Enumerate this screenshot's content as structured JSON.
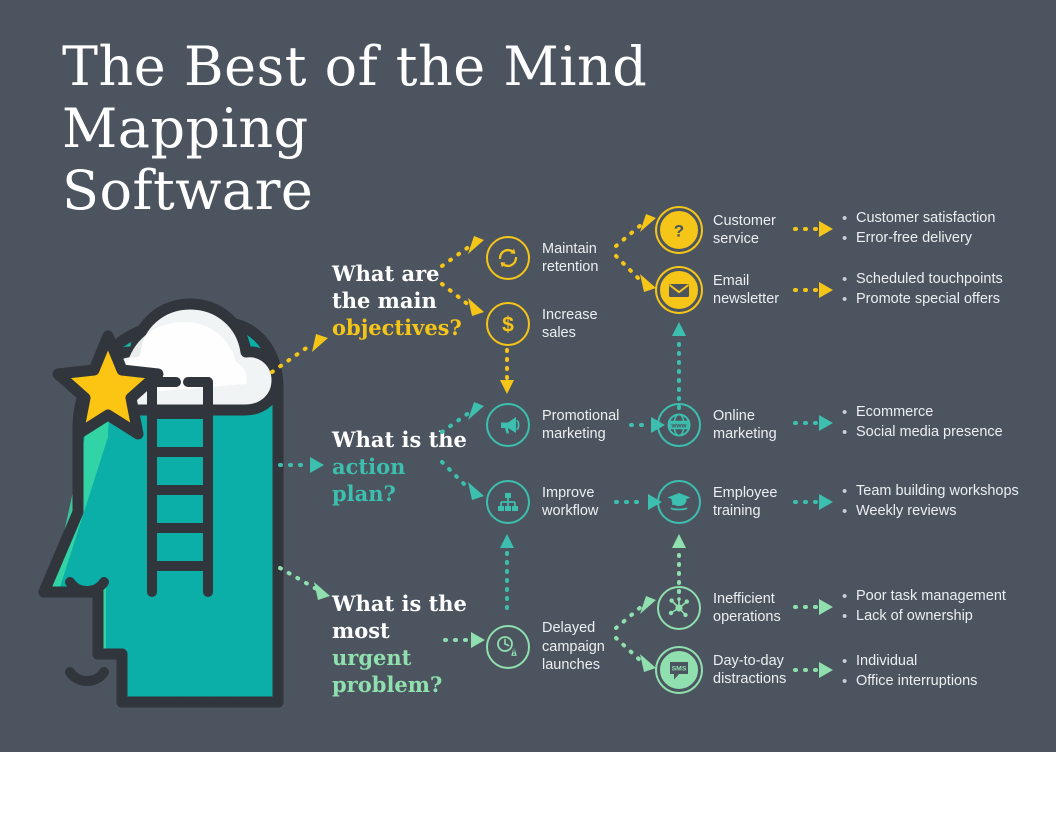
{
  "page": {
    "title": "The Best of the Mind Mapping\nSoftware",
    "background_color": "#4c545f",
    "footer_color": "#ffffff"
  },
  "palette": {
    "yellow": "#f5c518",
    "teal": "#3cbfae",
    "green": "#8fe0ae",
    "white": "#ffffff",
    "text": "#eceff1",
    "dark": "#31353c",
    "head_teal": "#0bafa8",
    "head_teal_light": "#3ad9a5",
    "cloud_white": "#f1f4f5",
    "star_yellow": "#fdc513"
  },
  "illustration": {
    "name": "head-with-ladder-cloud-star",
    "parts": [
      "head-profile",
      "thought-cloud",
      "star",
      "ladder",
      "eye",
      "mouth"
    ]
  },
  "branches": [
    {
      "id": "objectives",
      "color": "#f5c518",
      "question": {
        "lead": "What are\nthe main ",
        "accent": "objectives?"
      },
      "level1": [
        {
          "icon": "refresh-cycle-icon",
          "label": "Maintain\nretention",
          "style": "ring",
          "level2": [
            {
              "icon": "question-mark-icon",
              "label": "Customer\nservice",
              "style": "solid",
              "bullets": [
                "Customer satisfaction",
                "Error-free delivery"
              ]
            },
            {
              "icon": "envelope-icon",
              "label": "Email\nnewsletter",
              "style": "solid",
              "bullets": [
                "Scheduled touchpoints",
                "Promote special offers"
              ]
            }
          ]
        },
        {
          "icon": "dollar-sign-icon",
          "label": "Increase\nsales",
          "style": "ring",
          "level2": []
        }
      ]
    },
    {
      "id": "action-plan",
      "color": "#3cbfae",
      "question": {
        "lead": "What is\nthe ",
        "accent": "action\nplan?"
      },
      "level1": [
        {
          "icon": "megaphone-icon",
          "label": "Promotional\nmarketing",
          "style": "ring",
          "level2": [
            {
              "icon": "www-globe-icon",
              "label": "Online\nmarketing",
              "style": "ring",
              "bullets": [
                "Ecommerce",
                "Social media presence"
              ]
            }
          ]
        },
        {
          "icon": "org-chart-icon",
          "label": "Improve\nworkflow",
          "style": "ring",
          "level2": [
            {
              "icon": "graduation-cap-icon",
              "label": "Employee\ntraining",
              "style": "ring",
              "bullets": [
                "Team building workshops",
                "Weekly reviews"
              ]
            }
          ]
        }
      ]
    },
    {
      "id": "urgent-problem",
      "color": "#8fe0ae",
      "question": {
        "lead": "What is\nthe most\n",
        "accent": "urgent\nproblem?"
      },
      "level1": [
        {
          "icon": "clock-warning-icon",
          "label": "Delayed\ncampaign\nlaunches",
          "style": "ring",
          "level2": [
            {
              "icon": "network-nodes-icon",
              "label": "Inefficient\noperations",
              "style": "ring",
              "bullets": [
                "Poor task management",
                "Lack of ownership"
              ]
            },
            {
              "icon": "sms-bubble-icon",
              "label": "Day-to-day\ndistractions",
              "style": "solid",
              "bullets": [
                "Individual",
                "Office interruptions"
              ]
            }
          ]
        }
      ]
    }
  ]
}
